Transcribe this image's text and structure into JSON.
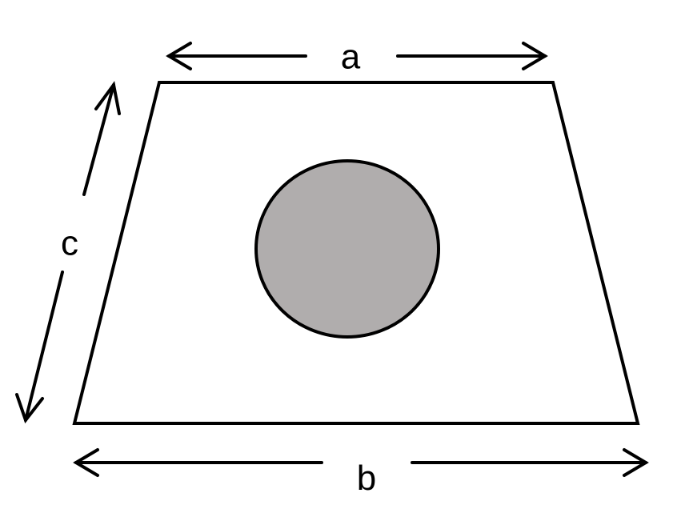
{
  "labels": {
    "top": "a",
    "bottom": "b",
    "side": "c"
  },
  "colors": {
    "outline": "#000000",
    "circle_fill": "#b0adad",
    "shape_fill": "#ffffff"
  }
}
